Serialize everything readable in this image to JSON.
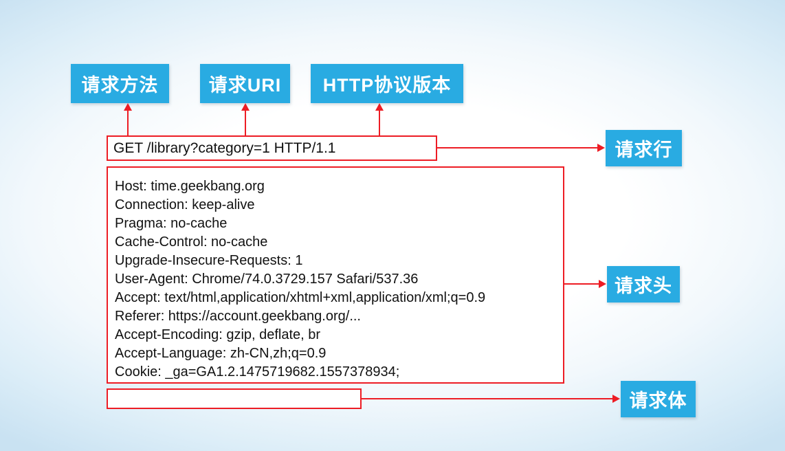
{
  "top_labels": [
    {
      "label": "请求方法"
    },
    {
      "label": "请求URI"
    },
    {
      "label": "HTTP协议版本"
    }
  ],
  "request_line": {
    "text": "GET /library?category=1 HTTP/1.1",
    "label": "请求行"
  },
  "request_headers": {
    "label": "请求头",
    "lines": [
      "Host: time.geekbang.org",
      "Connection: keep-alive",
      "Pragma: no-cache",
      "Cache-Control: no-cache",
      "Upgrade-Insecure-Requests: 1",
      "User-Agent: Chrome/74.0.3729.157 Safari/537.36",
      "Accept: text/html,application/xhtml+xml,application/xml;q=0.9",
      "Referer: https://account.geekbang.org/...",
      "Accept-Encoding: gzip, deflate, br",
      "Accept-Language: zh-CN,zh;q=0.9",
      "Cookie: _ga=GA1.2.1475719682.1557378934;"
    ]
  },
  "request_body": {
    "label": "请求体"
  },
  "colors": {
    "box_blue": "#29abe2",
    "arrow_red": "#ed1c24"
  }
}
